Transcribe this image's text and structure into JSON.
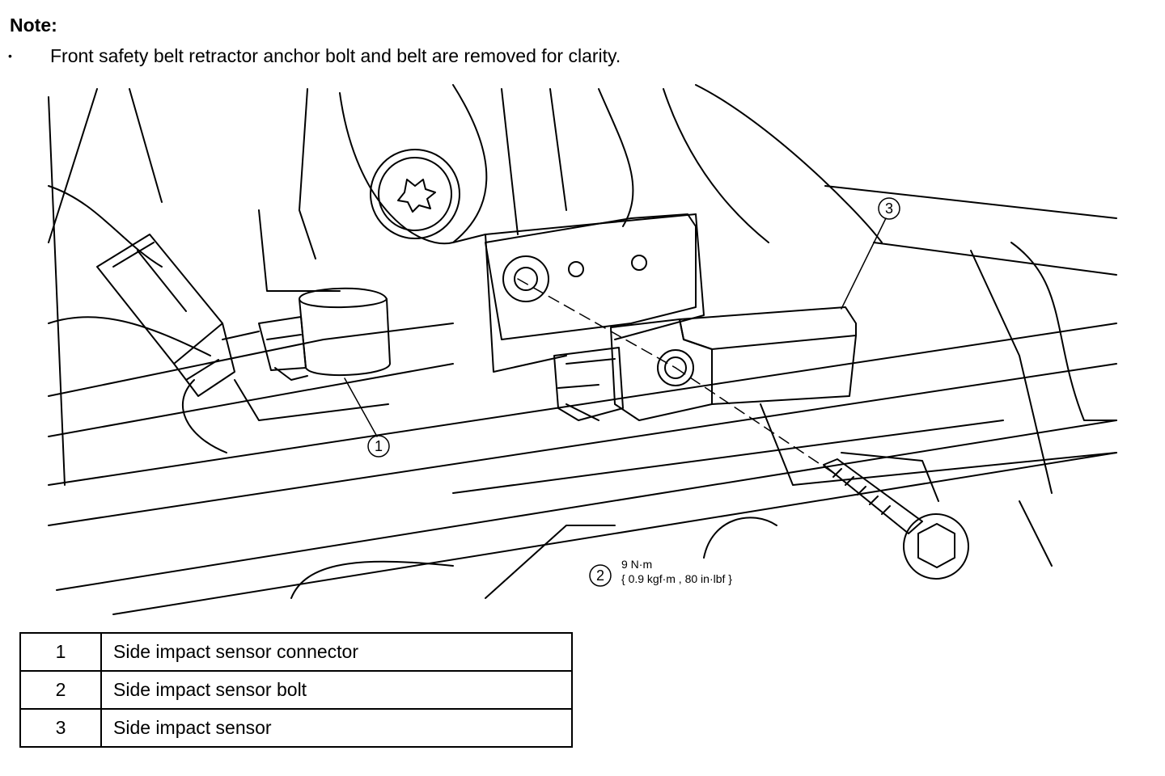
{
  "note": {
    "title": "Note:",
    "bullet": "•",
    "items": [
      "Front safety belt retractor anchor bolt and belt are removed for clarity."
    ]
  },
  "callouts": [
    {
      "id": "1",
      "label": "1"
    },
    {
      "id": "2",
      "label": "2"
    },
    {
      "id": "3",
      "label": "3"
    }
  ],
  "torque": {
    "value": "9 N·m",
    "alt": "{ 0.9 kgf·m , 80 in·lbf }"
  },
  "legend": [
    {
      "num": "1",
      "desc": "Side impact sensor connector"
    },
    {
      "num": "2",
      "desc": "Side impact sensor bolt"
    },
    {
      "num": "3",
      "desc": "Side impact sensor"
    }
  ],
  "colors": {
    "line": "#000000",
    "background": "#ffffff"
  }
}
